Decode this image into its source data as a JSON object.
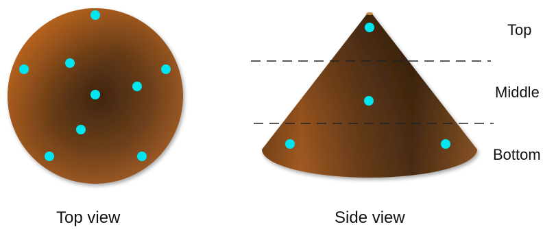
{
  "captions": {
    "top_view": "Top view",
    "side_view": "Side view"
  },
  "regions": {
    "top": "Top",
    "middle": "Middle",
    "bottom": "Bottom"
  },
  "colors": {
    "cone_light": "#d2691e",
    "cone_dark": "#3a2410",
    "point": "#00e5f0",
    "dashed_line": "#222222"
  },
  "top_view_point_count": 9,
  "side_view_point_count": 4
}
